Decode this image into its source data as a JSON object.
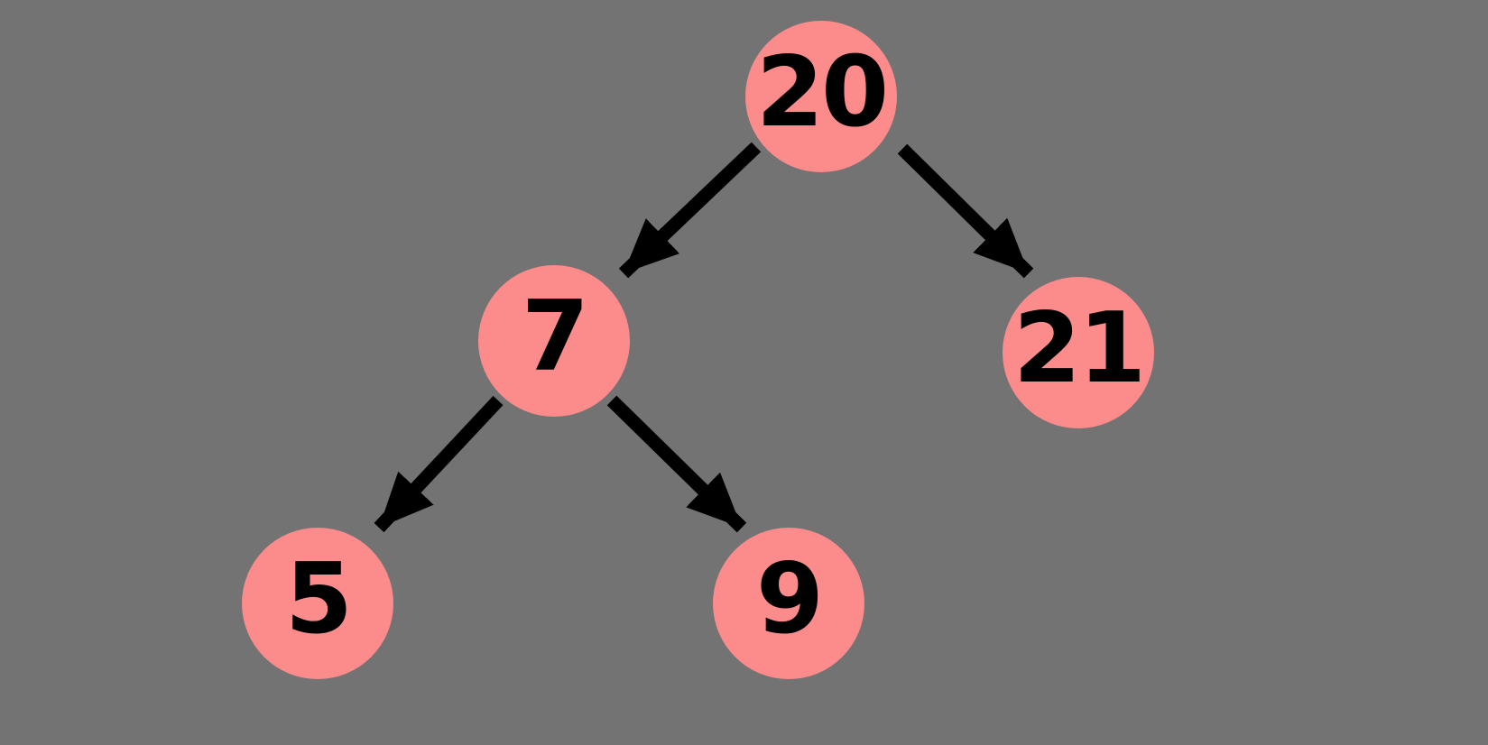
{
  "diagram": {
    "type": "binary-tree",
    "background_color": "#737373",
    "node_fill_color": "#fc8b8b",
    "node_text_color": "#000000",
    "arrow_color": "#000000",
    "nodes": {
      "root": {
        "label": "20"
      },
      "l": {
        "label": "7"
      },
      "r": {
        "label": "21"
      },
      "ll": {
        "label": "5"
      },
      "lr": {
        "label": "9"
      }
    },
    "edges": [
      {
        "from": "20",
        "to": "7"
      },
      {
        "from": "20",
        "to": "21"
      },
      {
        "from": "7",
        "to": "5"
      },
      {
        "from": "7",
        "to": "9"
      }
    ]
  }
}
